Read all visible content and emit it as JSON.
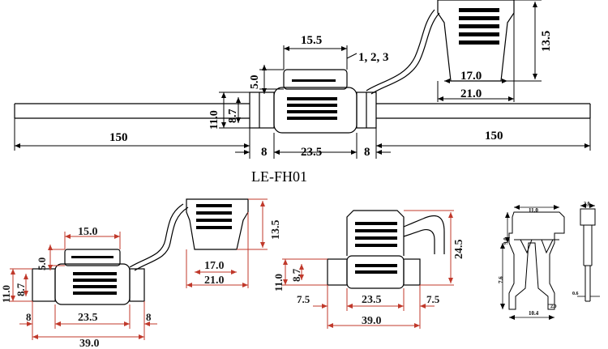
{
  "colors": {
    "ink": "#000000",
    "dimension_red": "#c0392b",
    "background": "#ffffff"
  },
  "top_view": {
    "caption": "LE-FH01",
    "label_left_wire": "150",
    "label_right_wire": "150",
    "label_body_width": "23.5",
    "label_left_collar": "8",
    "label_right_collar": "8",
    "label_cap_width": "15.5",
    "label_cap_height": "5.0",
    "label_height_outer": "11.0",
    "label_height_inner": "8.7",
    "label_callout": "1, 2, 3",
    "label_cap_top_width": "17.0",
    "label_cap_bottom_width": "21.0",
    "label_cap_side_height": "13.5"
  },
  "bottom_left_view": {
    "label_cap_width": "15.0",
    "label_cap_height": "5.0",
    "label_height_outer": "11.0",
    "label_height_inner": "8.7",
    "label_left_collar": "8",
    "label_right_collar": "8",
    "label_body_width": "23.5",
    "label_total_width": "39.0",
    "label_cap_top_width": "17.0",
    "label_cap_bottom_width": "21.0",
    "label_cap_side_height": "13.5"
  },
  "bottom_middle_view": {
    "label_height_outer": "11.0",
    "label_height_inner": "8.7",
    "label_left_collar": "7.5",
    "label_right_collar": "7.5",
    "label_body_width": "23.5",
    "label_total_width": "39.0",
    "label_total_height": "24.5"
  },
  "fuse_view": {
    "label_top_width": "11.0",
    "label_height_upper": "9.0",
    "label_height_lower": "7.6",
    "label_bottom_width": "10.4",
    "label_tab_gap": "2.0",
    "label_side_top": "2.0",
    "label_side_bottom": "0.6"
  }
}
